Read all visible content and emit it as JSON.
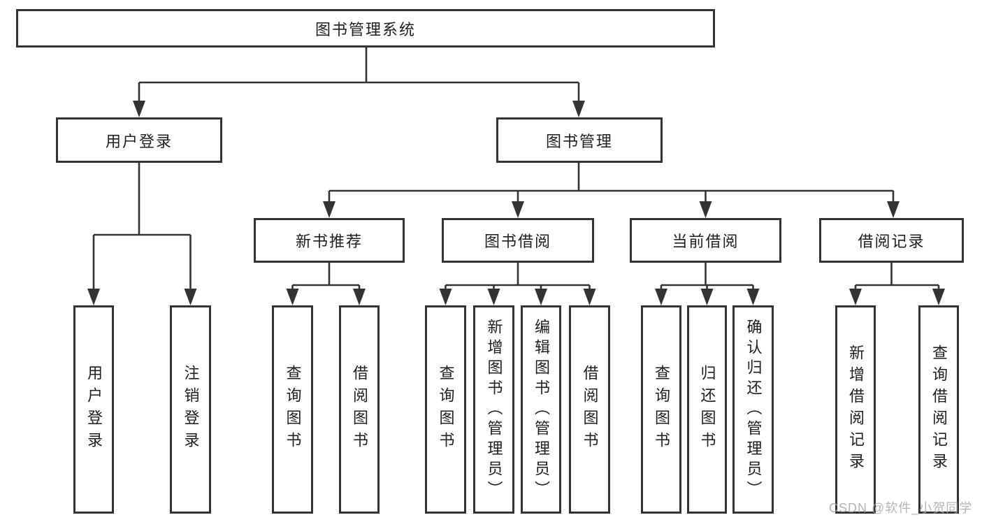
{
  "colors": {
    "line": "#333333",
    "text": "#1f1f1f",
    "box-bg": "#ffffff",
    "page-bg": "#ffffff",
    "watermark": "#a9a9a9"
  },
  "tree": {
    "label": "图书管理系统",
    "children": [
      {
        "label": "用户登录",
        "children": [
          {
            "label": "用户登录"
          },
          {
            "label": "注销登录"
          }
        ]
      },
      {
        "label": "图书管理",
        "children": [
          {
            "label": "新书推荐",
            "children": [
              {
                "label": "查询图书"
              },
              {
                "label": "借阅图书"
              }
            ]
          },
          {
            "label": "图书借阅",
            "children": [
              {
                "label": "查询图书"
              },
              {
                "label": "新增图书（管理员）"
              },
              {
                "label": "编辑图书（管理员）"
              },
              {
                "label": "借阅图书"
              }
            ]
          },
          {
            "label": "当前借阅",
            "children": [
              {
                "label": "查询图书"
              },
              {
                "label": "归还图书"
              },
              {
                "label": "确认归还（管理员）"
              }
            ]
          },
          {
            "label": "借阅记录",
            "children": [
              {
                "label": "新增借阅记录"
              },
              {
                "label": "查询借阅记录"
              }
            ]
          }
        ]
      }
    ]
  },
  "watermark": {
    "text": "CSDN @软件_小贺同学"
  }
}
